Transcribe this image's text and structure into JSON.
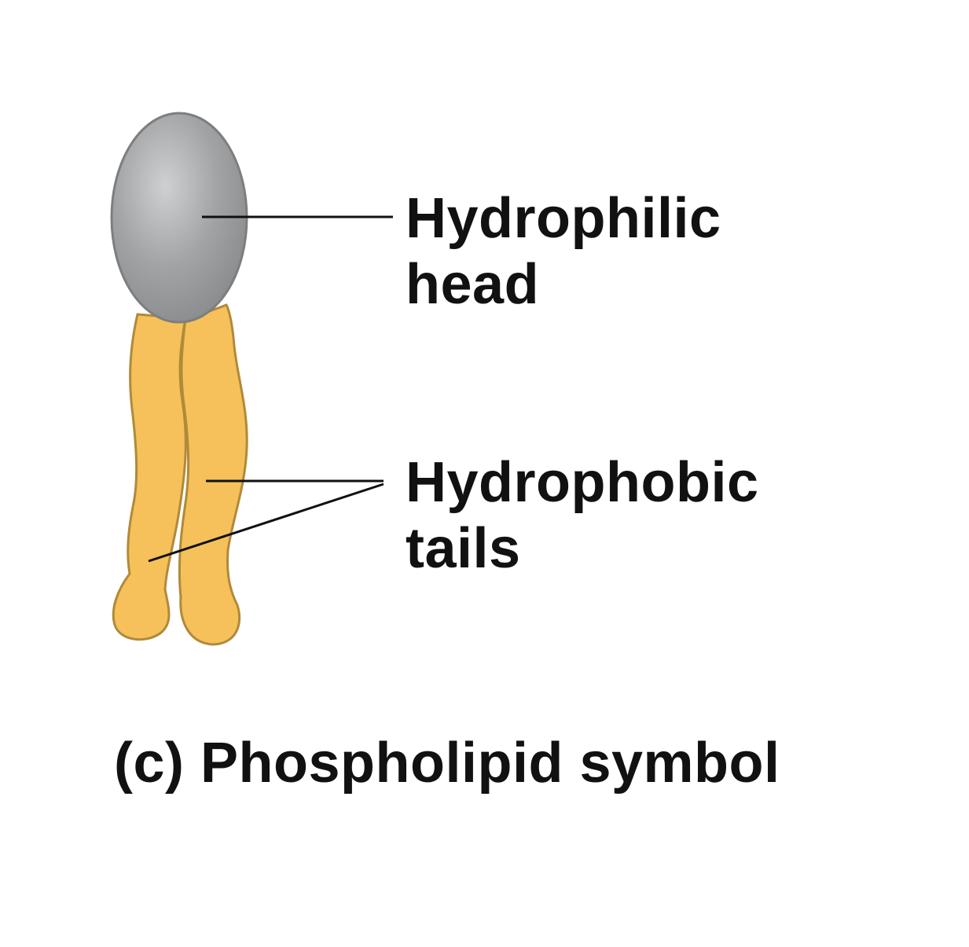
{
  "diagram": {
    "type": "labeled-illustration",
    "subject": "phospholipid",
    "labels": {
      "head": {
        "line1": "Hydrophilic",
        "line2": "head"
      },
      "tails": {
        "line1": "Hydrophobic",
        "line2": "tails"
      }
    },
    "caption": "(c) Phospholipid symbol",
    "colors": {
      "head_fill": "#9a9b9d",
      "head_highlight": "#c9cacc",
      "head_outline": "#7d7e80",
      "tail_fill": "#f6c15a",
      "tail_outline": "#b08a3a",
      "leader_line": "#111111",
      "text": "#111111"
    }
  }
}
